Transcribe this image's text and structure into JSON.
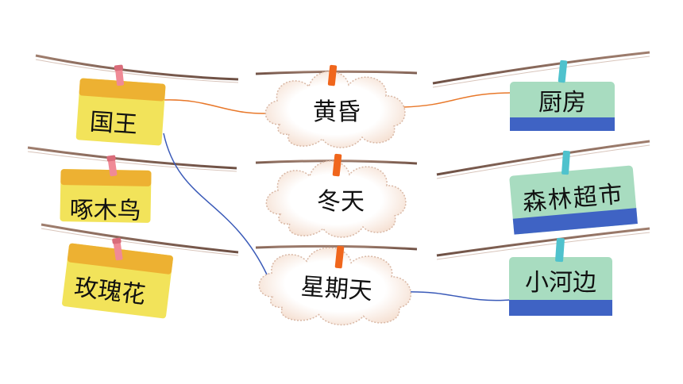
{
  "left_cards": [
    {
      "label": "国王"
    },
    {
      "label": "啄木鸟"
    },
    {
      "label": "玫瑰花"
    }
  ],
  "middle_clouds": [
    {
      "label": "黄昏"
    },
    {
      "label": "冬天"
    },
    {
      "label": "星期天"
    }
  ],
  "right_cards": [
    {
      "label": "厨房"
    },
    {
      "label": "森林超市"
    },
    {
      "label": "小河边"
    }
  ],
  "colors": {
    "left_card_fill": "#f2e35a",
    "left_card_band": "#edb132",
    "right_card_fill": "#a8dcc0",
    "right_card_band": "#3f63c4",
    "rope": "#8b6a5a",
    "clip_pink": "#f08a96",
    "clip_orange": "#f0661c",
    "clip_teal": "#4fc2cd",
    "line_orange": "#e8782a",
    "line_blue": "#3a5ab8"
  },
  "icons": [
    "clothespin-icon",
    "cloud-icon"
  ]
}
